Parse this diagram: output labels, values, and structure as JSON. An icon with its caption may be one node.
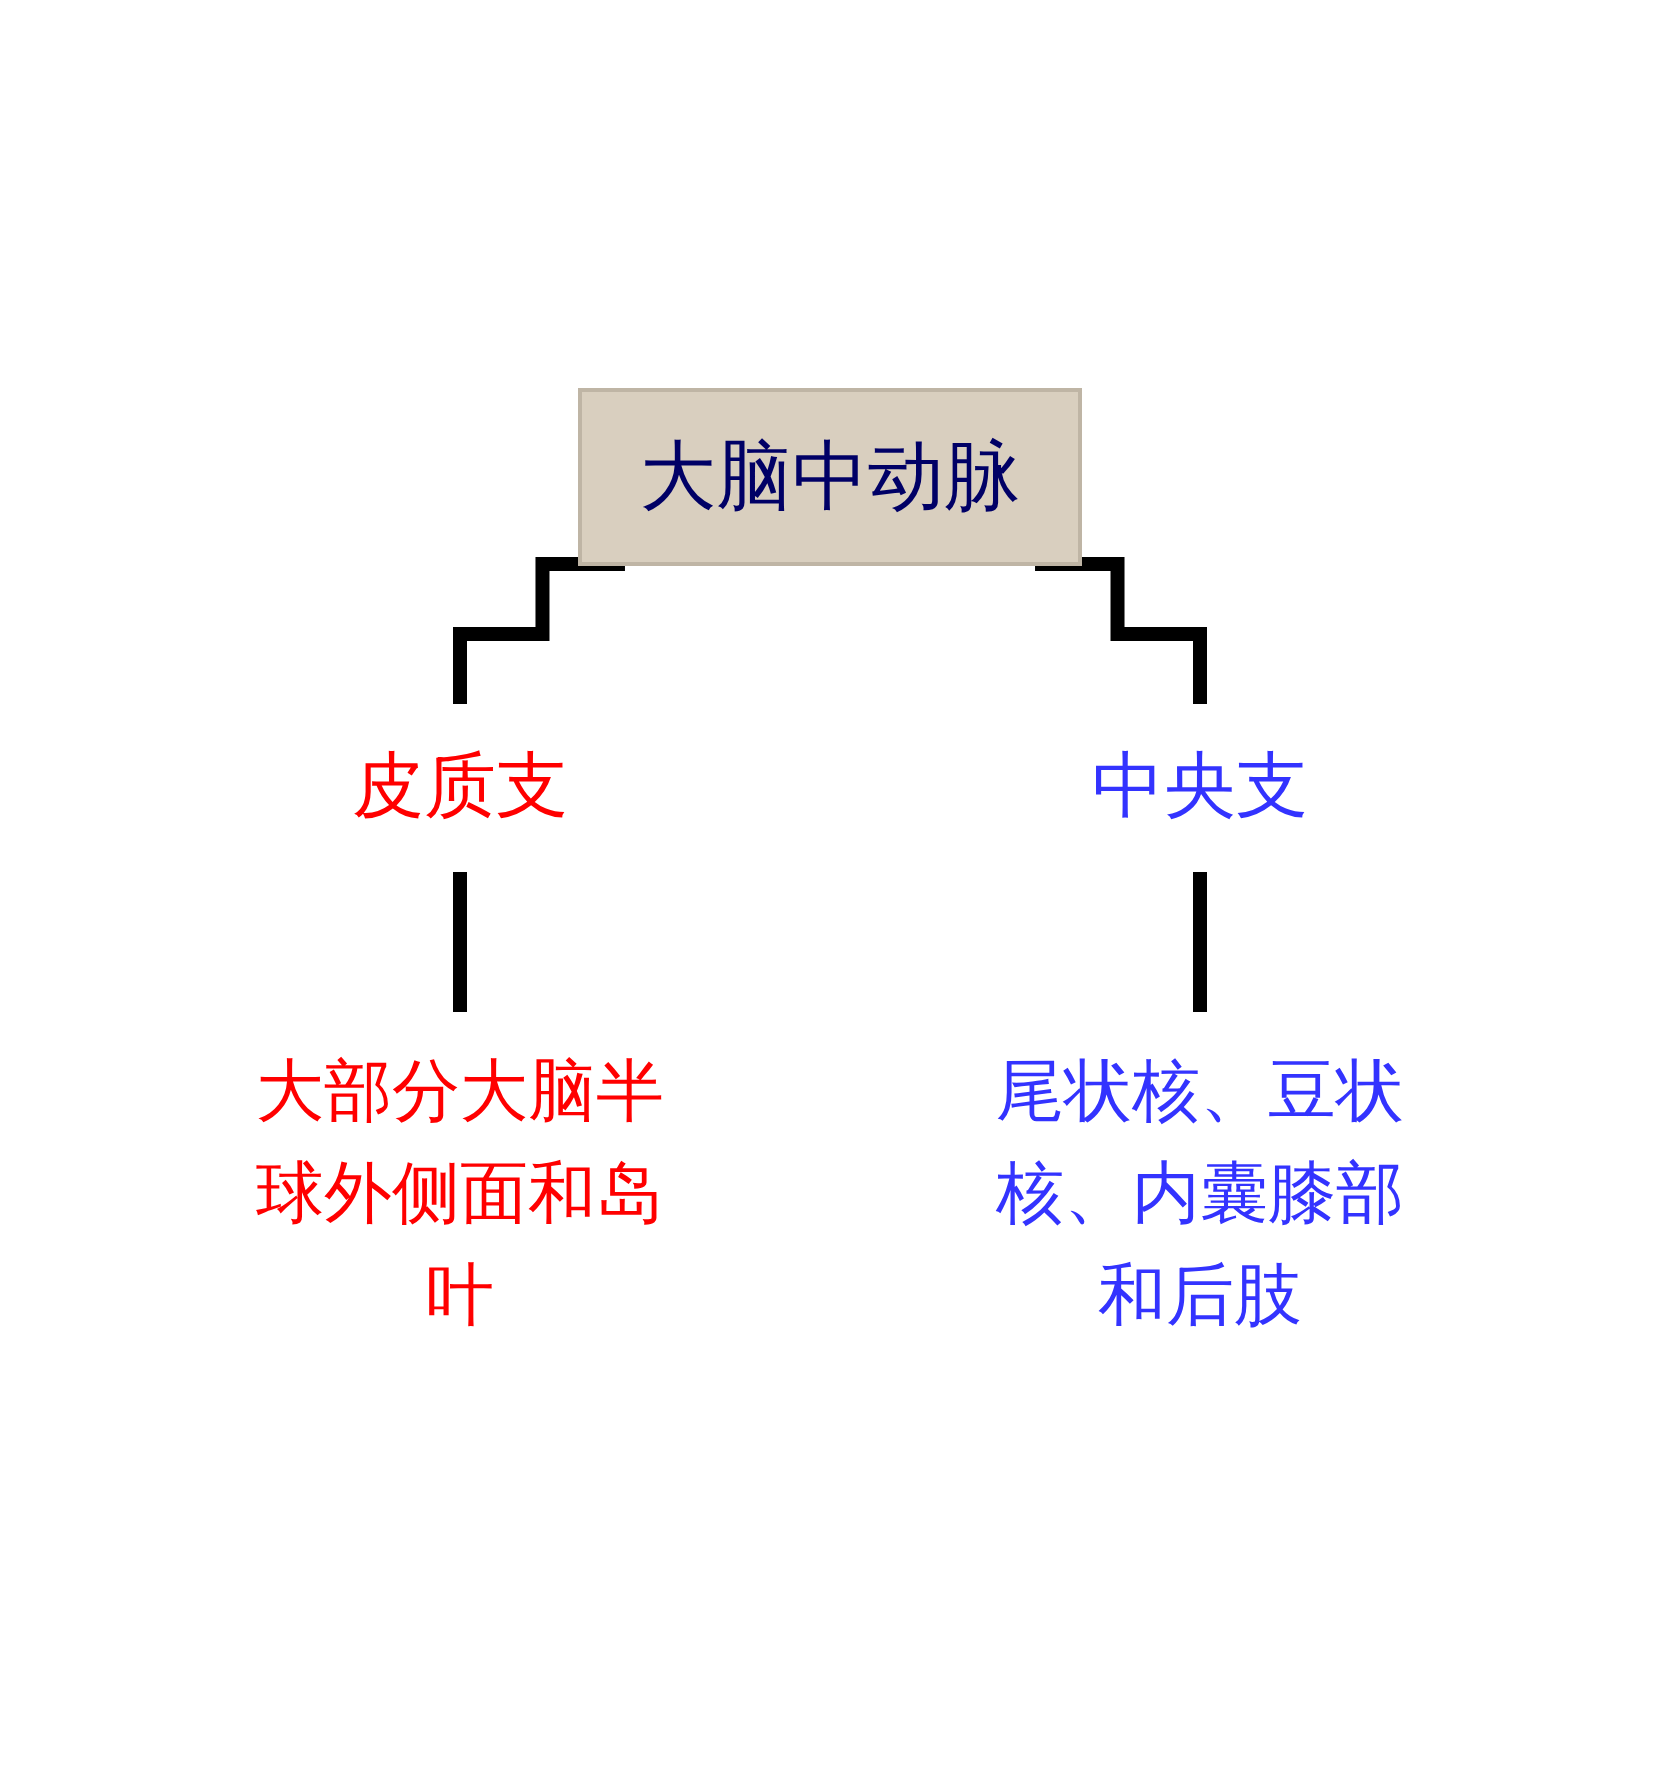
{
  "diagram": {
    "nodes": [
      {
        "text": [
          "大脑中动脉"
        ]
      },
      {
        "text": [
          "皮质支"
        ]
      },
      {
        "text": [
          "中央支"
        ]
      },
      {
        "text": [
          "大部分大脑半球外侧面和岛叶"
        ]
      },
      {
        "text": [
          "尾状核、豆状核、内囊膝部和后肢"
        ]
      }
    ],
    "edges": [
      {
        "from": 0,
        "to": 1,
        "arrow": "none"
      },
      {
        "from": 0,
        "to": 2,
        "arrow": "none"
      },
      {
        "from": 1,
        "to": 3,
        "arrow": "none"
      },
      {
        "from": 2,
        "to": 4,
        "arrow": "none"
      }
    ]
  }
}
